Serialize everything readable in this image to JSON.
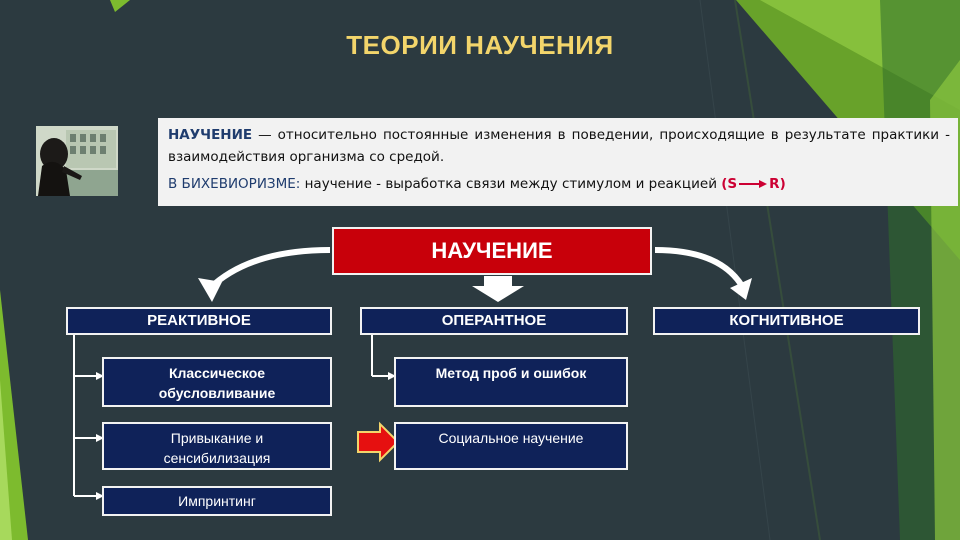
{
  "slide": {
    "title": "ТЕОРИИ НАУЧЕНИЯ",
    "definition": {
      "term": "НАУЧЕНИЕ",
      "text": " — относительно постоянные изменения в поведении, происходящие в результате практики - взаимодействия организма со средой."
    },
    "behaviorism": {
      "term": "В БИХЕВИОРИЗМЕ:",
      "text": " научение - выработка связи между стимулом и реакцией ",
      "sr_open": "(S",
      "sr_close": "R)"
    },
    "photo_icon": "person-at-control-panel-photo"
  },
  "diagram": {
    "root": "НАУЧЕНИЕ",
    "categories": {
      "reactive": "РЕАКТИВНОЕ",
      "operant": "ОПЕРАНТНОЕ",
      "cognitive": "КОГНИТИВНОЕ"
    },
    "reactive_items": {
      "classical_line1": "Классическое",
      "classical_line2": "обусловливание",
      "habituation_line1": "Привыкание и",
      "habituation_line2": "сенсибилизация",
      "imprinting": "Импринтинг"
    },
    "operant_items": {
      "trial_error": "Метод проб и ошибок",
      "social": "Социальное научение"
    }
  },
  "colors": {
    "background": "#2c3a40",
    "accent_green": "#7dbb2e",
    "title": "#f3d56b",
    "root_box": "#c8000a",
    "node_box": "#0f2259",
    "highlight_arrow": "#e61010"
  }
}
